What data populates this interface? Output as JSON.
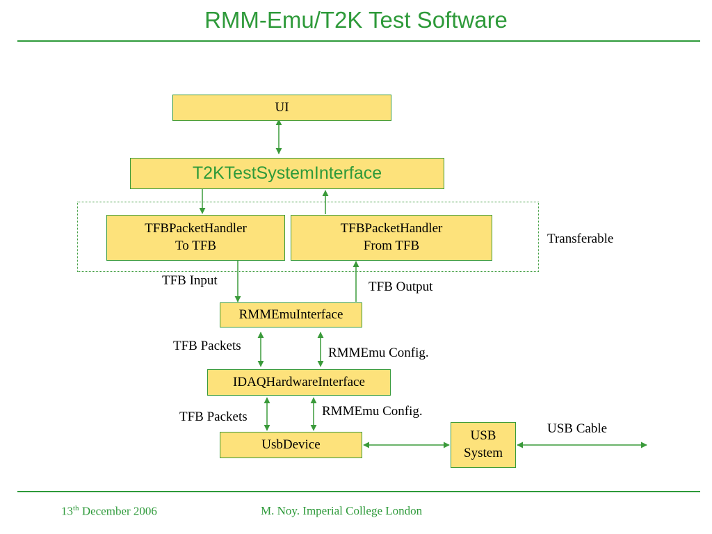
{
  "title": "RMM-Emu/T2K Test Software",
  "colors": {
    "accent": "#2e9a3a",
    "box_fill": "#fde27b"
  },
  "boxes": {
    "ui": "UI",
    "t2k": "T2KTestSystemInterface",
    "to_tfb": [
      "TFBPacketHandler",
      "To TFB"
    ],
    "from_tfb": [
      "TFBPacketHandler",
      "From TFB"
    ],
    "rmmemu": "RMMEmuInterface",
    "idaq": "IDAQHardwareInterface",
    "usbdevice": "UsbDevice",
    "usbsystem": [
      "USB",
      "System"
    ]
  },
  "labels": {
    "transferable": "Transferable",
    "tfb_input": "TFB Input",
    "tfb_output": "TFB Output",
    "tfb_packets_1": "TFB Packets",
    "rmmemu_config_1": "RMMEmu Config.",
    "tfb_packets_2": "TFB Packets",
    "rmmemu_config_2": "RMMEmu Config.",
    "usb_cable": "USB Cable"
  },
  "footer": {
    "date_day": "13",
    "date_suffix": "th",
    "date_rest": " December 2006",
    "author": "M. Noy. Imperial College London"
  }
}
